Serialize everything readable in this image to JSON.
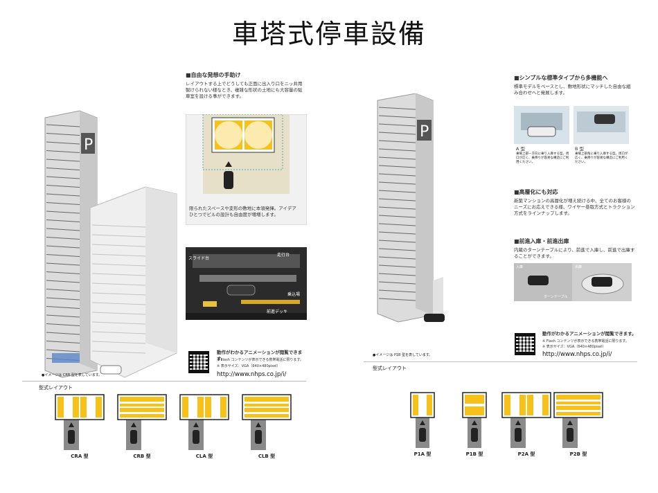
{
  "title": "車塔式停車設備",
  "left": {
    "section1": {
      "header": "■自由な発想の手助け",
      "text": "レイアウトする上でどうしても正面に出入り口をニッ井用製けられない様なとき、複雑な形状の土地にも大容量の駐車室を設ける事ができます。"
    },
    "figure_caption": "限られたスペースや変形の敷地に本領発揮。アイデアひとつでビルの設計も自由度が増増します。",
    "building_label": "P",
    "photo_labels": [
      "スライド台",
      "走行台",
      "乗込場",
      "前進デッキ"
    ],
    "animation_note": "動作がわかるアニメーションが閲覧できます。",
    "animation_sub1": "※ Flash コンテンツが表示できる携帯電話に限ります。",
    "animation_sub2": "※ 表示サイズ：VGA（640×480pixel）",
    "url": "http://www.nhps.co.jp/i/",
    "image_note": "●イメージは CRB 型を表しています。",
    "layout_header": "型式レイアウト",
    "layouts": [
      "CRA 型",
      "CRB 型",
      "CLA 型",
      "CLB 型"
    ]
  },
  "right": {
    "section1": {
      "header": "■シンプルな標準タイプから多機能へ",
      "text": "標準モデルをベースとし、敷地形状にマッチした自由な組み合わせへと発展します。"
    },
    "type_a_label": "A 型",
    "type_a_text": "乗場上部一方向に乗り入庫する型。周口が広く、乗降りが容易な構造にご利用ください。",
    "type_b_label": "B 型",
    "type_b_text": "乗場上部角に乗り入庫する型。周口が広く、乗降りが容易な構造にご利用ください。",
    "section2": {
      "header": "■高層化にも対応",
      "text": "新築マンションの高層化が増え続ける中、全てのお客様のニーズにお応えできる様、ワイヤー巻取方式とトラクション方式をラインナップします。"
    },
    "section3": {
      "header": "■前進入庫・前進出庫",
      "text": "内蔵のターンテーブルにより、前進で入庫し、前進で出庫することができます。"
    },
    "photo_labels": [
      "入庫",
      "出庫",
      "ターンテーブル"
    ],
    "building_label": "P",
    "animation_note": "動作がわかるアニメーションが閲覧できます。",
    "animation_sub1": "※ Flash コンテンツが表示できる携帯電話に限ります。",
    "animation_sub2": "※ 表示サイズ：VGA（640×480pixel）",
    "url": "http://www.nhps.co.jp/i/",
    "image_note": "●イメージは P1B 型を表しています。",
    "layout_header": "型式レイアウト",
    "layouts": [
      "P1A 型",
      "P1B 型",
      "P2A 型",
      "P2B 型"
    ]
  },
  "colors": {
    "yellow": "#f6c21a",
    "grey": "#8a8a8a",
    "dark": "#222222"
  }
}
